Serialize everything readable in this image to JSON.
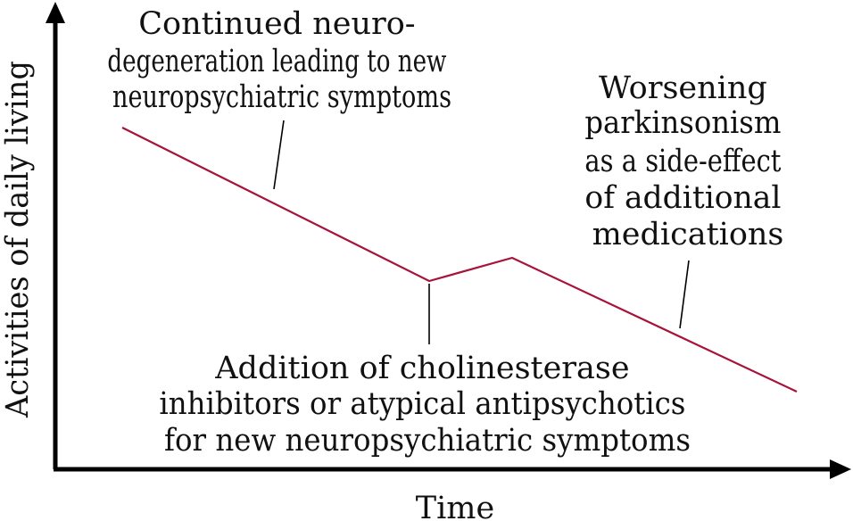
{
  "axes": {
    "x_label": "Time",
    "y_label": "Activities of daily living"
  },
  "colors": {
    "trend_line": "#a8133a",
    "axis": "#000000",
    "text": "#111111"
  },
  "annotations": {
    "neurodegeneration": [
      "Continued neuro-",
      "degeneration leading to new",
      "neuropsychiatric symptoms"
    ],
    "parkinsonism": [
      "Worsening",
      "parkinsonism",
      "as a side-effect",
      "of additional",
      "medications"
    ],
    "addition": [
      "Addition of cholinesterase",
      "inhibitors or atypical antipsychotics",
      "for new neuropsychiatric symptoms"
    ]
  }
}
